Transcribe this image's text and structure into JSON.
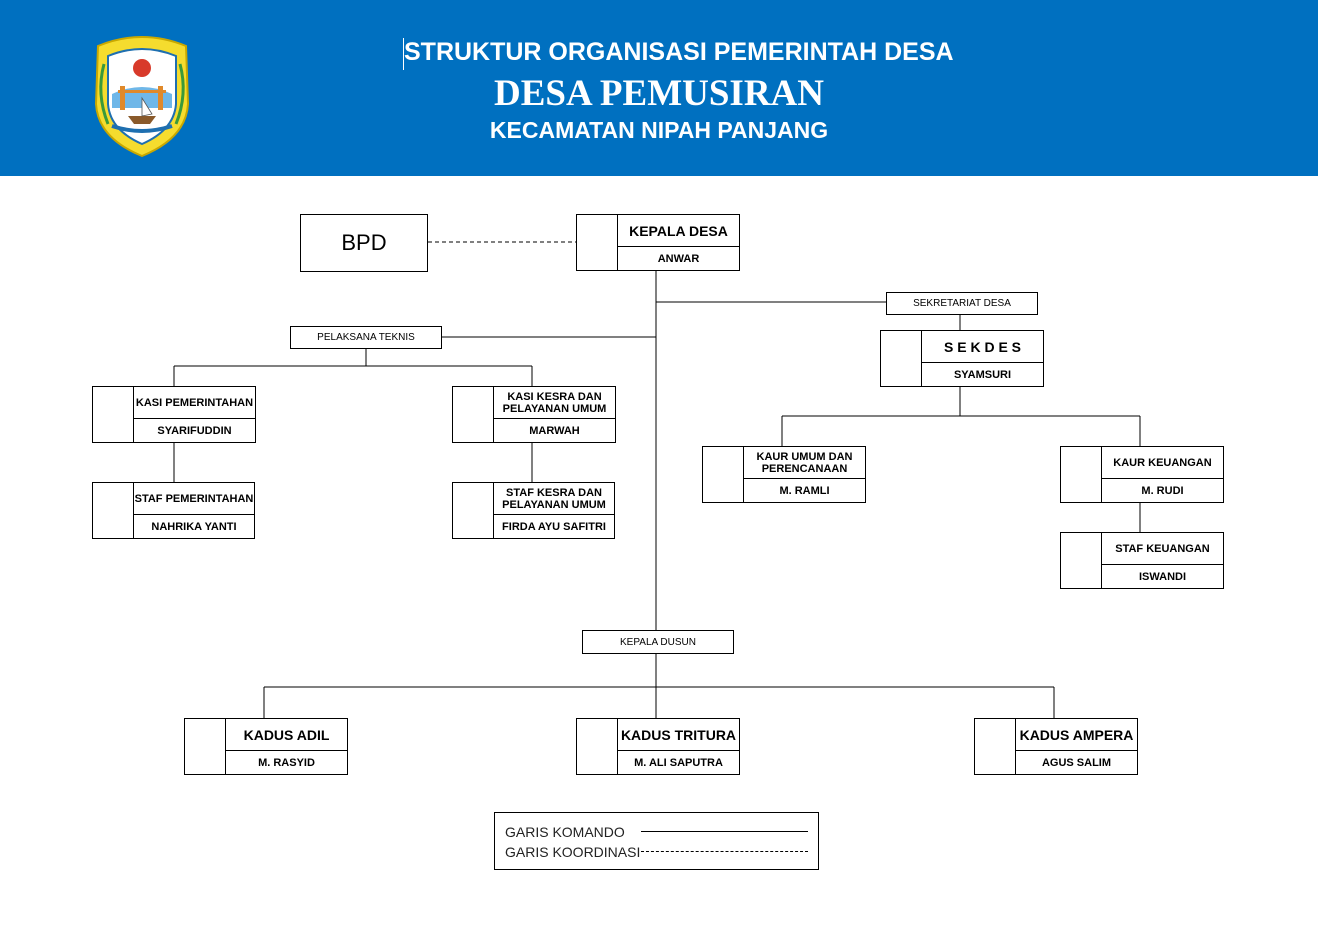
{
  "header": {
    "title_line1": "STRUKTUR ORGANISASI PEMERINTAH DESA",
    "title_line2": "DESA PEMUSIRAN",
    "title_line3": "KECAMATAN NIPAH PANJANG",
    "background_color": "#0070c0",
    "logo_icon": "regency-emblem-icon"
  },
  "bpd": {
    "label": "BPD"
  },
  "kepala_desa": {
    "title": "KEPALA DESA",
    "name": "ANWAR"
  },
  "sekretariat": {
    "label": "SEKRETARIAT DESA"
  },
  "sekdes": {
    "title": "S E K D E S",
    "name": "SYAMSURI"
  },
  "pelaksana_teknis": {
    "label": "PELAKSANA TEKNIS"
  },
  "kasi_pemerintahan": {
    "title": "KASI PEMERINTAHAN",
    "name": "SYARIFUDDIN"
  },
  "staf_pemerintahan": {
    "title": "STAF PEMERINTAHAN",
    "name": "NAHRIKA YANTI"
  },
  "kasi_kesra": {
    "title": "KASI KESRA DAN PELAYANAN UMUM",
    "name": "MARWAH"
  },
  "staf_kesra": {
    "title": "STAF KESRA DAN PELAYANAN UMUM",
    "name": "FIRDA AYU SAFITRI"
  },
  "kaur_umum": {
    "title": "KAUR UMUM DAN PERENCANAAN",
    "name": "M. RAMLI"
  },
  "kaur_keuangan": {
    "title": "KAUR KEUANGAN",
    "name": "M. RUDI"
  },
  "staf_keuangan": {
    "title": "STAF KEUANGAN",
    "name": "ISWANDI"
  },
  "kepala_dusun": {
    "label": "KEPALA DUSUN"
  },
  "kadus_adil": {
    "title": "KADUS ADIL",
    "name": "M. RASYID"
  },
  "kadus_tritura": {
    "title": "KADUS TRITURA",
    "name": "M. ALI SAPUTRA"
  },
  "kadus_ampera": {
    "title": "KADUS AMPERA",
    "name": "AGUS SALIM"
  },
  "legend": {
    "command_line": "GARIS KOMANDO",
    "coordination_line": "GARIS KOORDINASI"
  }
}
